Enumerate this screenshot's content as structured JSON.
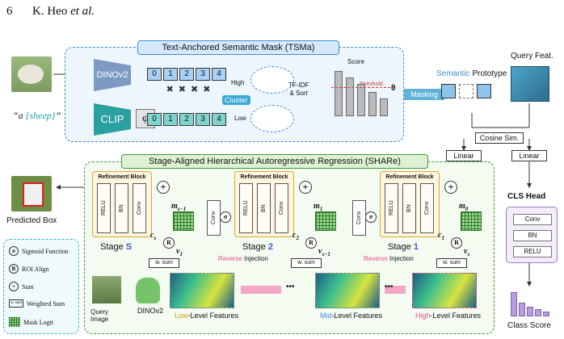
{
  "header": {
    "page_number": "6",
    "authors": "K. Heo",
    "et_al": "et al."
  },
  "tsma": {
    "title": "Text-Anchored Semantic Mask (TSMa)",
    "dino_label": "DINOv2",
    "clip_label": "CLIP",
    "phi_label": "φ",
    "prompt_prefix": "“a ",
    "prompt_word": "{sheep}",
    "prompt_suffix": "”",
    "cluster_label": "Cluster",
    "high_label": "High",
    "low_label": "Low",
    "tfidf_label": "TF-IDF",
    "sort_label": "& Sort",
    "score_label": "Score",
    "threshold_label": "threshold",
    "theta_label": "θ",
    "masking_label": "Masking",
    "semantic_label": "Semantic",
    "prototype_label": "Prototype",
    "tokens": [
      "0",
      "1",
      "2",
      "3",
      "4"
    ]
  },
  "query": {
    "label": "Query Feat.",
    "cosine": "Cosine Sim.",
    "linear": "Linear",
    "linear2": "Linear",
    "e_label": "e"
  },
  "share": {
    "title": "Stage-Aligned Hierarchical Autoregressive Regression (SHARe)",
    "refine_title": "Refinement Block",
    "relu": "RELU",
    "bn": "BN",
    "conv": "Conv",
    "sigma": "σ",
    "roi": "R",
    "wsum": "w. sum",
    "stage_word": "Stage",
    "stage_s": "S",
    "stage_2": "2",
    "stage_1": "1",
    "m_s1": "m",
    "m_s1_sub": "s−1",
    "m_1": "m",
    "m_1_sub": "1",
    "m_0": "m",
    "m_0_sub": "0",
    "c_s": "c",
    "c_s_sub": "s",
    "c_2": "c",
    "c_2_sub": "2",
    "c_1": "c",
    "c_1_sub": "1",
    "v_1": "v",
    "v_1_sub": "1",
    "v_s1": "v",
    "v_s1_sub": "s−1",
    "v_s": "v",
    "v_s_sub": "s",
    "reverse": "Reverse",
    "injection": " Injection",
    "low_pre": "Low",
    "low_post": "-Level Features",
    "mid_pre": "Mid",
    "mid_post": "-Level Features",
    "high_pre": "High",
    "high_post": "-Level Features",
    "query_image": "Query",
    "query_image2": "Image",
    "dinov2": "DINOv2",
    "dots": "•••"
  },
  "predicted": {
    "label": "Predicted Box"
  },
  "legend": {
    "items": [
      {
        "icon": "σ",
        "text": "Sigmoid Function"
      },
      {
        "icon": "R",
        "text": "ROI Align"
      },
      {
        "icon": "+",
        "text": "Sum"
      },
      {
        "icon": "w. sum",
        "text": "Weighted Sum"
      },
      {
        "icon": "grid",
        "text": "Mask Logit"
      }
    ]
  },
  "cls": {
    "title": "CLS Head",
    "items": [
      "Conv",
      "BN",
      "RELU"
    ],
    "score": "Class Score",
    "bars": [
      1.0,
      0.55,
      0.4,
      0.3,
      0.2
    ]
  },
  "colors": {
    "blue": "#3a8fd8",
    "green": "#3c9a3c",
    "orange": "#e0a530",
    "purple": "#9d7cc4",
    "pink": "#e2508a"
  }
}
